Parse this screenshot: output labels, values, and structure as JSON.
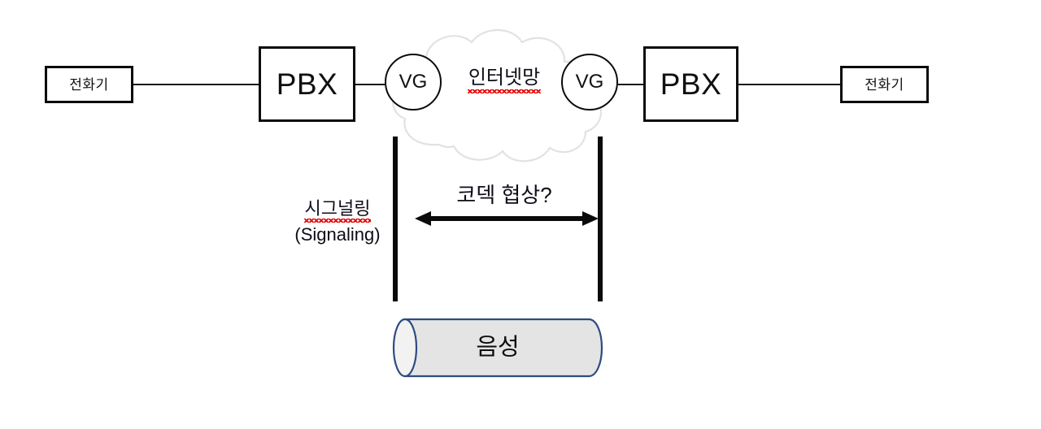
{
  "diagram": {
    "title": "VoIP PBX to PBX over internet network diagram",
    "colors": {
      "stroke": "#0b0b0b",
      "cloud_stroke": "#e2e2e2",
      "cylinder_stroke": "#2d4b80",
      "cylinder_fill": "#e4e4e4",
      "spellcheck_squiggle": "#e60000",
      "background": "#ffffff"
    },
    "nodes": {
      "phone_left": "전화기",
      "pbx_left": "PBX",
      "vg_left": "VG",
      "vg_right": "VG",
      "pbx_right": "PBX",
      "phone_right": "전화기"
    },
    "cloud_label": "인터넷망",
    "labels": {
      "signaling_ko": "시그널링",
      "signaling_en": "(Signaling)",
      "codec": "코덱 협상?",
      "voice": "음성"
    }
  }
}
